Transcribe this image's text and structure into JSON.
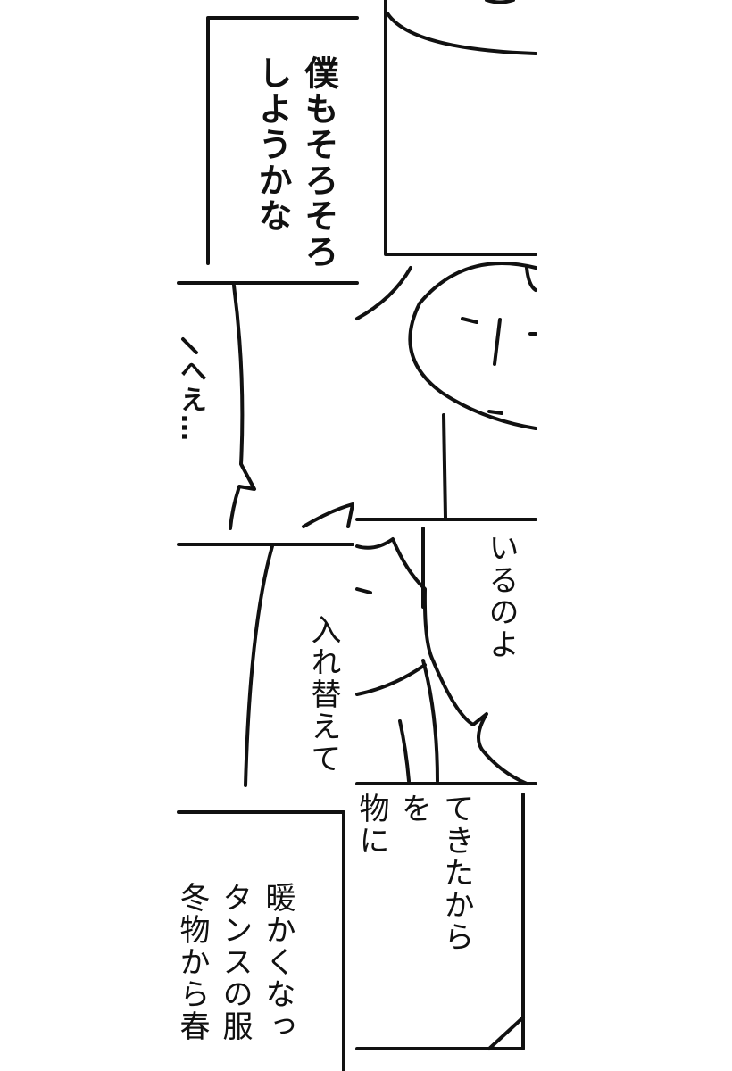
{
  "dialogue": {
    "boku_line1": "僕もそろそろ",
    "boku_line2": "しようかな",
    "hee": "へえ…",
    "iru_no_yo": "いるのよ",
    "irekaete": "入れ替えて",
    "mono_ni": "物に",
    "wo": "を",
    "tekita_kara": "てきたから",
    "atataka": "暖かくなっ",
    "tansu": "タンスの服",
    "fuyumono": "冬物から春"
  }
}
